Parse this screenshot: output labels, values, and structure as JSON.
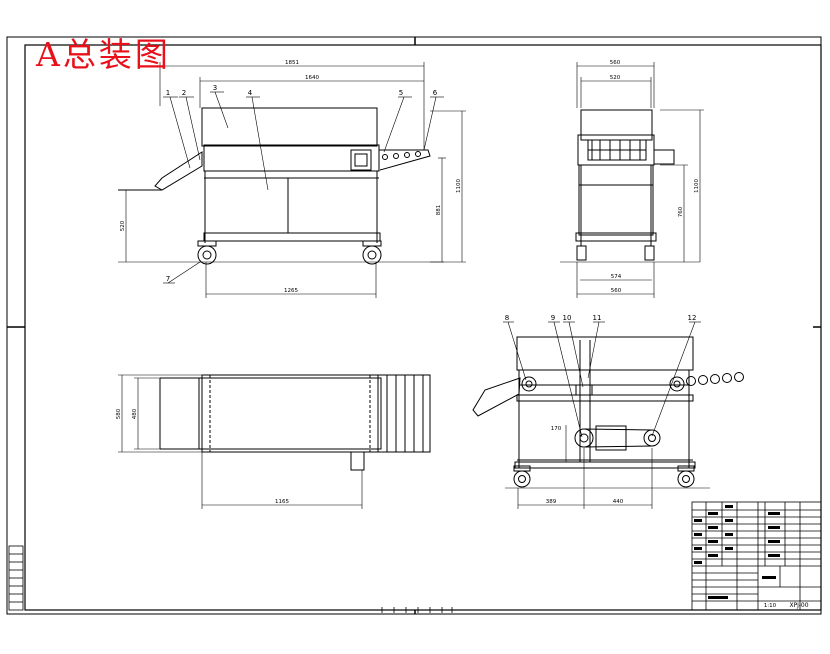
{
  "title": "A总装图",
  "callouts": [
    "1",
    "2",
    "3",
    "4",
    "5",
    "6",
    "7",
    "8",
    "9",
    "10",
    "11",
    "12"
  ],
  "dims": {
    "front_overall": "1851",
    "front_top": "1640",
    "front_bottom": "1265",
    "front_left_height": "520",
    "front_mid_height": "881",
    "front_right_height": "1100",
    "side_top1": "560",
    "side_top2": "520",
    "side_bottom1": "574",
    "side_bottom2": "560",
    "side_height1": "1100",
    "side_height2": "760",
    "plan_height1": "580",
    "plan_height2": "480",
    "plan_bottom": "1165",
    "rear_bottom_left": "389",
    "rear_bottom_right": "440",
    "rear_mid": "170"
  },
  "title_block": {
    "drawing_no": "XPJ-00",
    "scale": "1:10"
  },
  "colors": {
    "line": "#000000",
    "title": "#e8101a",
    "border": "#000000"
  }
}
